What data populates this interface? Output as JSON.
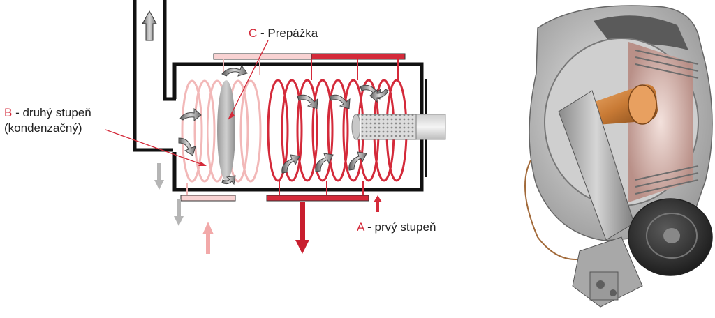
{
  "labels": {
    "c": {
      "letter": "C",
      "text": " - Prepážka"
    },
    "b": {
      "letter": "B",
      "text": " -  druhý  stupeň",
      "line2": "(kondenzačný)"
    },
    "a": {
      "letter": "A",
      "text": " - prvý stupeň"
    }
  },
  "colors": {
    "red": "#d42a3a",
    "pink": "#f2b8b8",
    "gray": "#b0b0b0",
    "dark": "#111111"
  }
}
